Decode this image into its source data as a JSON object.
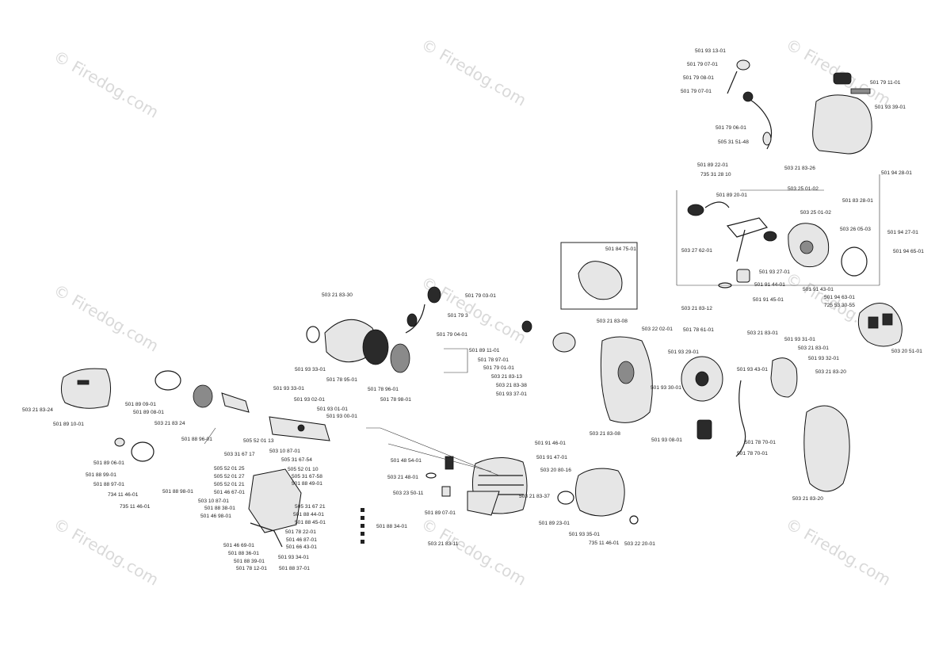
{
  "watermark": {
    "text": "Firedog.com",
    "symbol": "©"
  },
  "labels": {
    "l01": "501 93 13-01",
    "l02": "501 79 07-01",
    "l03": "501 79 08-01",
    "l04": "501 79 07-01",
    "l05": "501 79 11-01",
    "l06": "501 93 39-01",
    "l07": "501 79 06-01",
    "l08": "505 31 51-48",
    "l09": "503 21 83-26",
    "l10": "501 89 22-01",
    "l11": "735 31 28 10",
    "l12": "501 94 28-01",
    "l13": "503 25 01-02",
    "l14": "501 89 20-01",
    "l15": "501 83 28-01",
    "l16": "503 25 01-02",
    "l17": "503 26 05-03",
    "l18": "501 94 27-01",
    "l19": "503 27 62-01",
    "l20": "501 94 65-01",
    "l21": "501 93 27-01",
    "l22": "501 91 44-01",
    "l23": "501 91 43-01",
    "l24": "501 94 63-01",
    "l25": "501 91 45-01",
    "l26": "725 53 30-55",
    "l27": "501 84 75-01",
    "l28": "503 21 83-12",
    "l29": "503 20 51-01",
    "l30": "503 21 83-30",
    "l31": "501 79 03-01",
    "l32": "501 79 3",
    "l33": "501 79 04-01",
    "l34": "503 21 83-08",
    "l35": "503 22 02-01",
    "l36": "501 78 61-01",
    "l37": "503 21 83-01",
    "l38": "501 93 31-01",
    "l39": "503 21 83-01",
    "l40": "501 89 11-01",
    "l41": "501 78 97-01",
    "l42": "501 79 01-01",
    "l43": "503 21 83-13",
    "l44": "503 21 83-38",
    "l45": "501 93 37-01",
    "l46": "501 93 29-01",
    "l47": "501 93 32-01",
    "l48": "501 93 43-01",
    "l49": "503 21 83-20",
    "l50": "501 93 33-01",
    "l51": "501 78 95-01",
    "l52": "501 78 96-01",
    "l53": "501 78 98-01",
    "l54": "501 93 30-01",
    "l55": "503 21 83-08",
    "l56": "501 93 08-01",
    "l57": "501 78 70-01",
    "l58": "501 78 70-01",
    "l59": "503 21 83-20",
    "l60": "503 21 83-24",
    "l61": "501 89 10-01",
    "l62": "501 89 09-01",
    "l63": "501 89 08-01",
    "l64": "503 21 83 24",
    "l65": "501 93 33-01",
    "l66": "501 93 02-01",
    "l67": "501 93 01-01",
    "l68": "501 93 00-01",
    "l69": "501 88 96-01",
    "l70": "505 52 01 13",
    "l71": "503 31 67 17",
    "l72": "503 10 87-01",
    "l73": "505 31 67-54",
    "l74": "505 52 01 25",
    "l75": "505 52 01 10",
    "l76": "505 52 01 27",
    "l77": "505 31 67-58",
    "l78": "505 52 01 21",
    "l79": "501 88 49-01",
    "l80": "501 46 67-01",
    "l81": "503 10 87-01",
    "l82": "505 31 67 21",
    "l83": "501 88 38-01",
    "l84": "501 88 44-01",
    "l85": "501 46 98-01",
    "l86": "501 88 45-01",
    "l87": "501 78 22-01",
    "l88": "501 46 69-01",
    "l89": "501 46 87-01",
    "l90": "501 88 36-01",
    "l91": "501 66 43-01",
    "l92": "501 88 39-01",
    "l93": "501 93 34-01",
    "l94": "501 78 12-01",
    "l95": "501 88 37-01",
    "l96": "501 89 06-01",
    "l97": "501 88 99-01",
    "l98": "501 88 97-01",
    "l99": "734 11 46-01",
    "l100": "501 88 98-01",
    "l101": "735 11 46-01",
    "l102": "501 91 46-01",
    "l103": "501 91 47-01",
    "l104": "501 48 54-01",
    "l105": "503 20 80-16",
    "l106": "503 21 48-01",
    "l107": "503 23 50-11",
    "l108": "503 21 83-37",
    "l109": "501 89 07-01",
    "l110": "501 88 34-01",
    "l111": "501 89 23-01",
    "l112": "501 93 35-01",
    "l113": "735 11 46-01",
    "l114": "503 22 20-01",
    "l115": "503 21 83-11"
  }
}
